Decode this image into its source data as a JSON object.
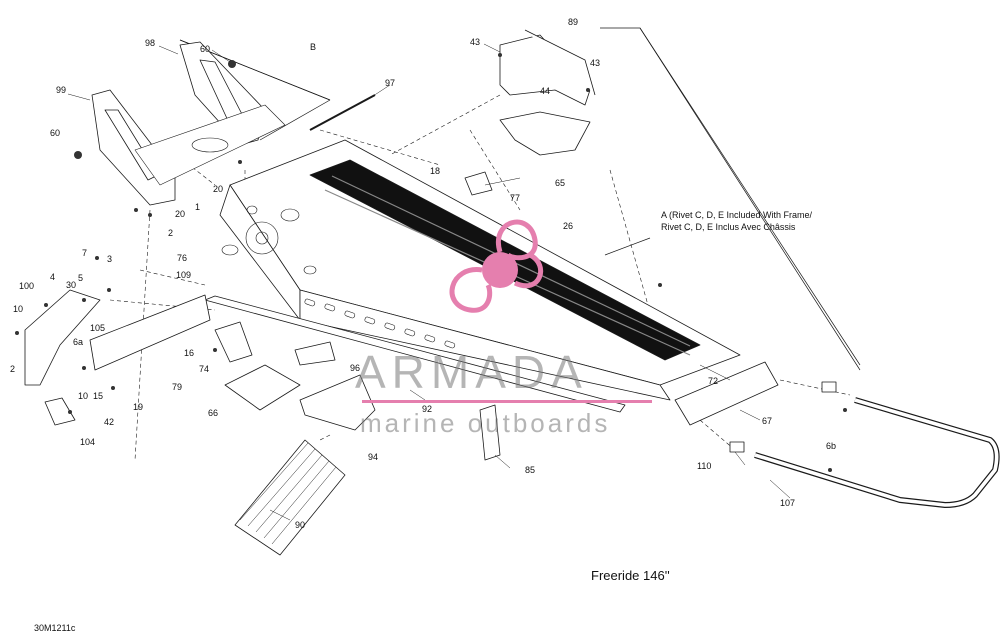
{
  "diagram": {
    "model_title": "Freeride 146''",
    "drawing_code": "30M1211c",
    "note_lines": [
      "A (Rivet C, D, E Included With Frame/",
      "Rivet C, D, E Inclus Avec Châssis"
    ],
    "callouts": {
      "c98": "98",
      "c60a": "60",
      "cB": "B",
      "c99": "99",
      "c60b": "60",
      "c97": "97",
      "c43a": "43",
      "c89": "89",
      "c43b": "43",
      "c44": "44",
      "c65": "65",
      "c18": "18",
      "c77": "77",
      "c20a": "20",
      "c20b": "20",
      "c1": "1",
      "c2": "2",
      "c76": "76",
      "c109": "109",
      "c26": "26",
      "c7": "7",
      "c4": "4",
      "c5": "5",
      "c3": "3",
      "c100": "100",
      "c30": "30",
      "c105": "105",
      "c10a": "10",
      "c6a": "6a",
      "c2b": "2",
      "c10b": "10",
      "c15": "15",
      "c19": "19",
      "c79": "79",
      "c16": "16",
      "c74": "74",
      "c66": "66",
      "c96": "96",
      "c92": "92",
      "c72": "72",
      "c67": "67",
      "c42": "42",
      "c104": "104",
      "c94": "94",
      "c85": "85",
      "c110": "110",
      "c6b": "6b",
      "c107": "107",
      "c90": "90"
    }
  },
  "watermark": {
    "brand": "ARMADA",
    "tagline": "marine outboards",
    "accent_color": "#e57fae",
    "text_color": "#8a8a8a"
  },
  "colors": {
    "line": "#1a1a1a",
    "fill_dark": "#111111",
    "fill_light": "#ffffff",
    "shade": "#bdbdbd"
  }
}
